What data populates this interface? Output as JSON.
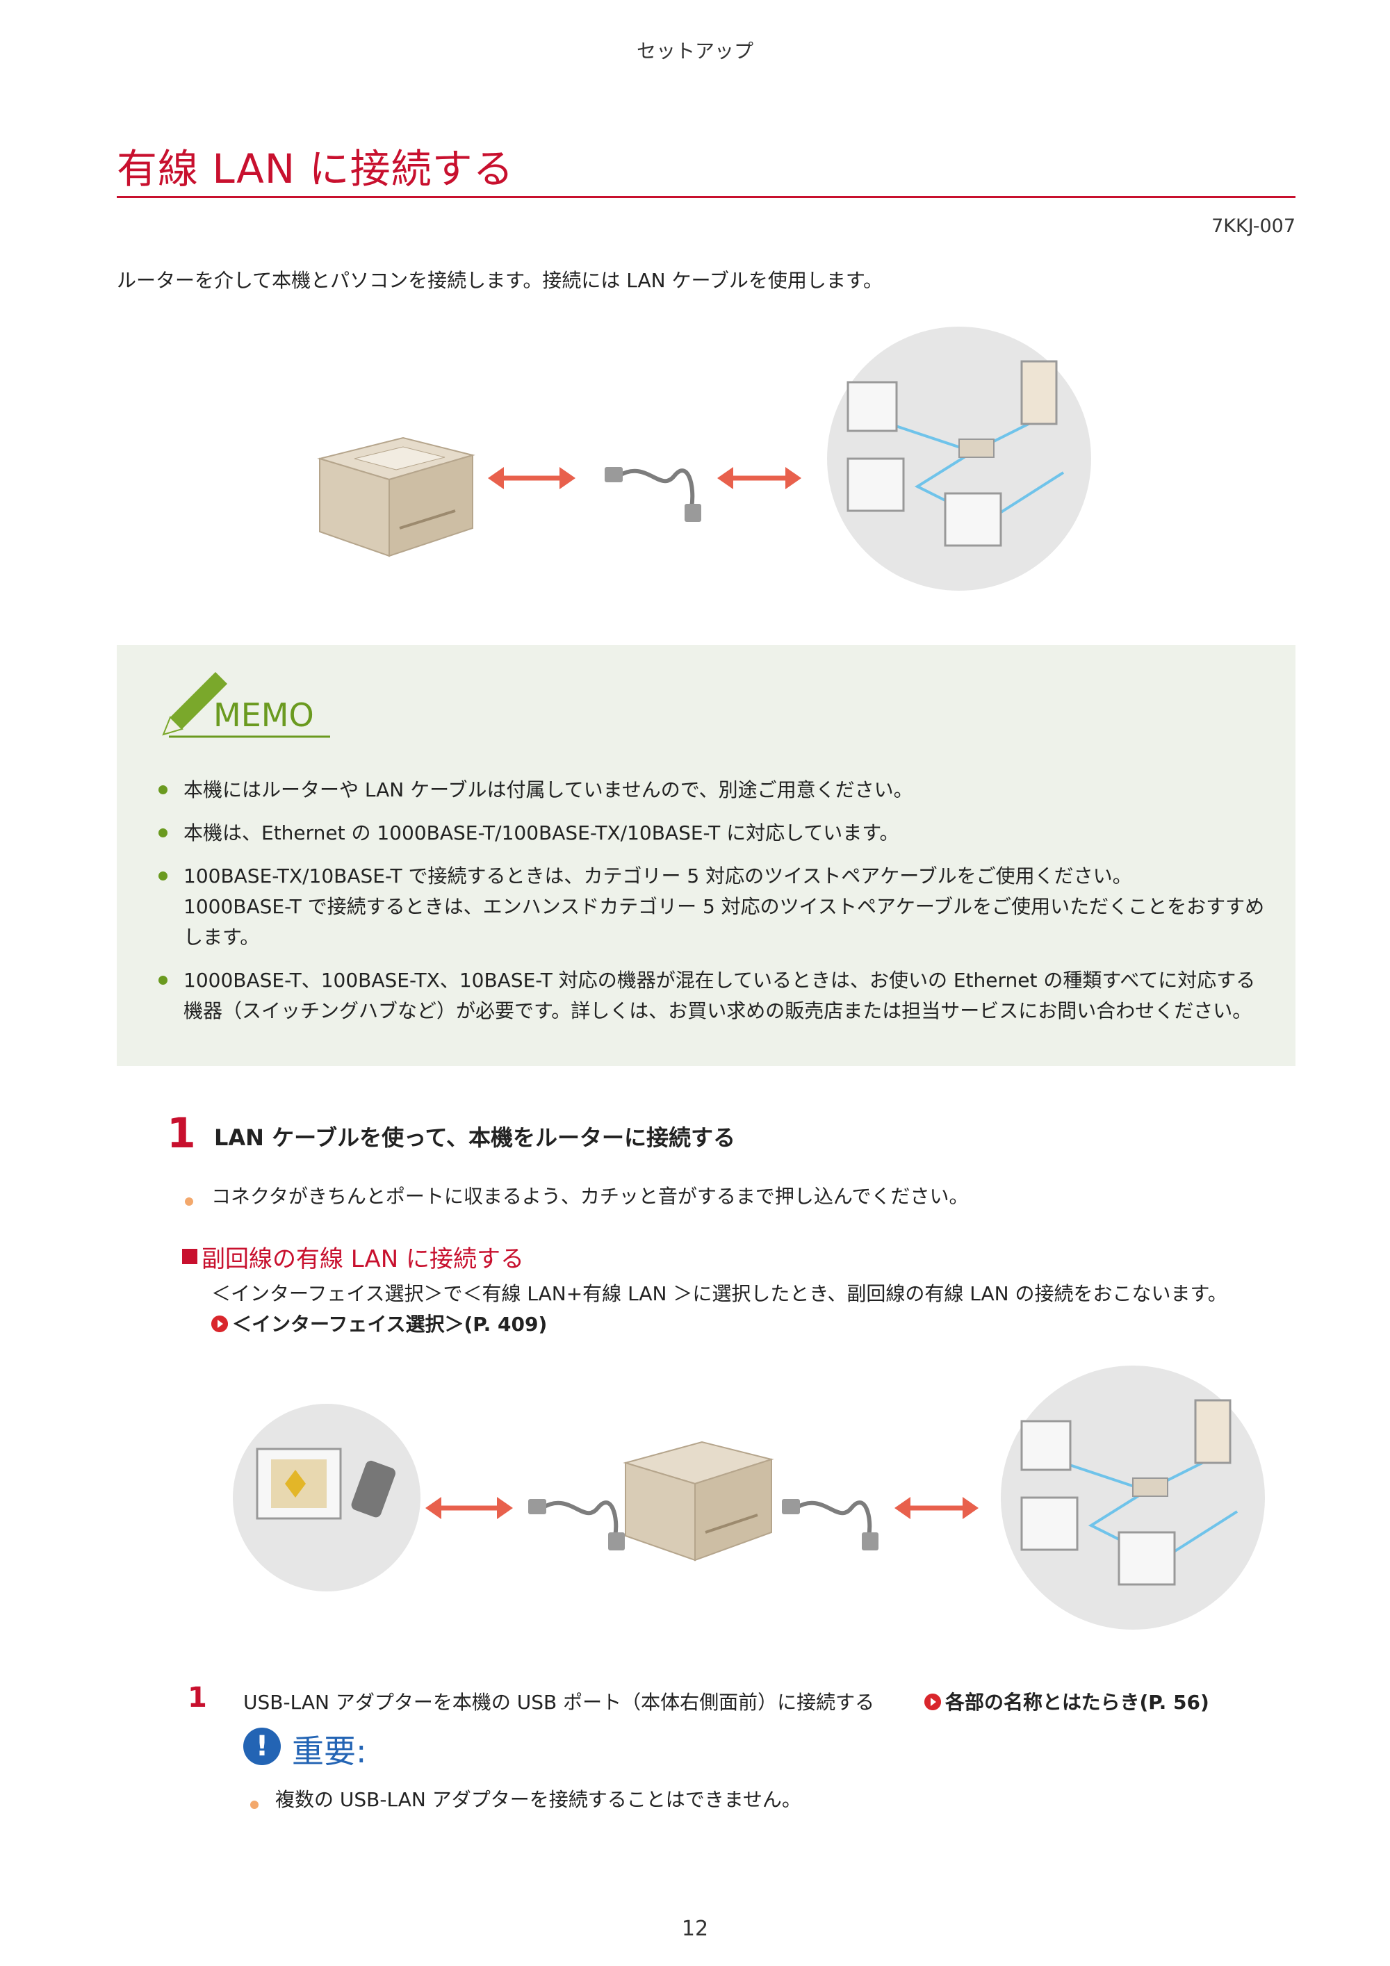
{
  "header": {
    "section": "セットアップ"
  },
  "title": "有線 LAN に接続する",
  "doc_id": "7KKJ-007",
  "intro": "ルーターを介して本機とパソコンを接続します。接続には LAN ケーブルを使用します。",
  "memo": {
    "label": "MEMO",
    "items": [
      "本機にはルーターや LAN ケーブルは付属していませんので、別途ご用意ください。",
      "本機は、Ethernet の 1000BASE-T/100BASE-TX/10BASE-T に対応しています。",
      "100BASE-TX/10BASE-T で接続するときは、カテゴリー 5 対応のツイストペアケーブルをご使用ください。\n1000BASE-T で接続するときは、エンハンスドカテゴリー 5 対応のツイストペアケーブルをご使用いただくことをおすすめします。",
      "1000BASE-T、100BASE-TX、10BASE-T 対応の機器が混在しているときは、お使いの Ethernet の種類すべてに対応する機器（スイッチングハブなど）が必要です。詳しくは、お買い求めの販売店または担当サービスにお問い合わせください。"
    ]
  },
  "step1": {
    "number": "1",
    "title": "LAN ケーブルを使って、本機をルーターに接続する",
    "bullet": "コネクタがきちんとポートに収まるよう、カチッと音がするまで押し込んでください。"
  },
  "sub_section": {
    "title": "副回線の有線 LAN に接続する",
    "text": "＜インターフェイス選択＞で＜有線 LAN+有線 LAN ＞に選択したとき、副回線の有線 LAN の接続をおこないます。",
    "link": "＜インターフェイス選択＞(P. 409)"
  },
  "sub_step": {
    "number": "1",
    "text": "USB-LAN アダプターを本機の USB ポート（本体右側面前）に接続する",
    "link": "各部の名称とはたらき(P. 56)"
  },
  "important": {
    "label": "重要:",
    "bullet": "複数の USB-LAN アダプターを接続することはできません。"
  },
  "page_number": "12",
  "colors": {
    "accent_red": "#c8102e",
    "memo_green": "#6a9a1f",
    "memo_bg": "#eef2ea",
    "important_blue": "#2364b4",
    "bullet_orange": "#f3a86c"
  }
}
